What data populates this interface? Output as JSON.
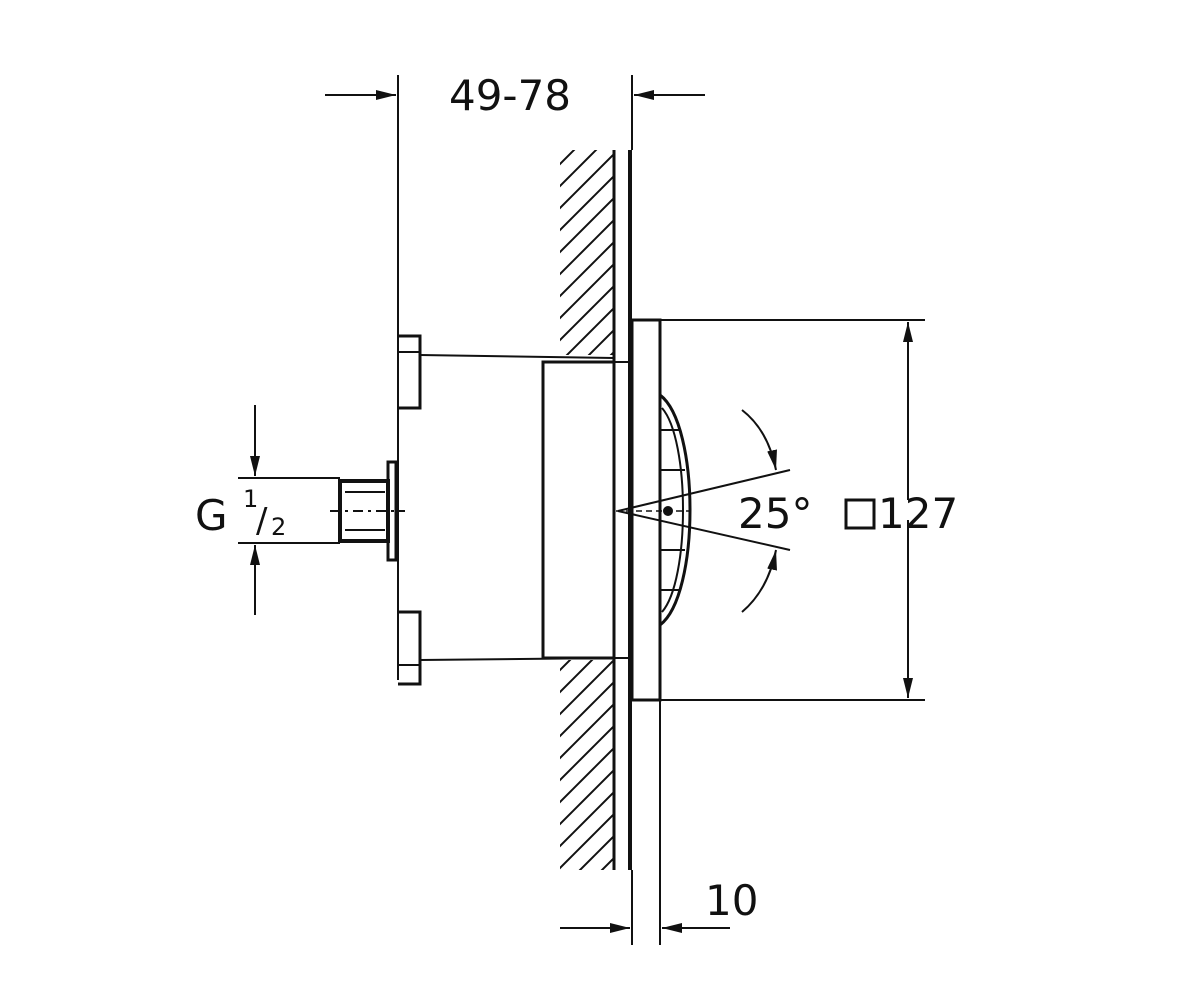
{
  "diagram": {
    "labels": {
      "depth_range": "49-78",
      "thread_prefix": "G",
      "thread_num": "1",
      "thread_slash": "/",
      "thread_den": "2",
      "angle": "25°",
      "face_size": "127",
      "plate_thickness": "10"
    },
    "colors": {
      "line": "#111111",
      "background": "#ffffff"
    },
    "icons": {
      "square_symbol": "square-dimension-icon"
    }
  }
}
